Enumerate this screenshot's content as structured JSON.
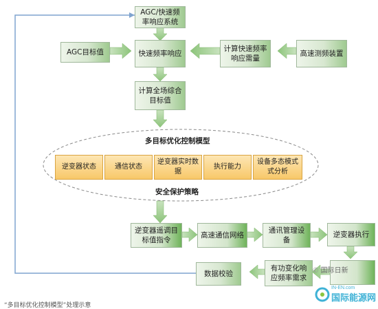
{
  "nodes": {
    "agc_system": "AGC/快速频率响应系统",
    "agc_target": "AGC目标值",
    "fast_freq_response": "快速频率响应",
    "calc_demand": "计算快速频率响应需量",
    "high_speed_measure": "高速测频装置",
    "calc_plant_target": "计算全场综合目标值",
    "inverter_dispatch": "逆变器遥调目标值指令",
    "high_speed_network": "高速通信网络",
    "comm_management": "通讯管理设备",
    "inverter_execute": "逆变器执行",
    "data_check": "数据校验",
    "active_power_demand": "有功变化响应频率需求"
  },
  "model": {
    "title": "多目标优化控制模型",
    "safety_title": "安全保护策略",
    "factors": [
      "逆变器状态",
      "通信状态",
      "逆变器实时数据",
      "执行能力",
      "设备多态模式式分析"
    ]
  },
  "watermark": {
    "wechat_text": "国际日新",
    "brand_text": "国际能源网",
    "domain_text": "IN-EN.com"
  },
  "footer": {
    "caption": "“多目标优化控制模型”处理示意"
  },
  "colors": {
    "green_arrow": "#8cc47a",
    "feedback_line": "#7fa4cf",
    "factor_fill": "#f8c869"
  }
}
